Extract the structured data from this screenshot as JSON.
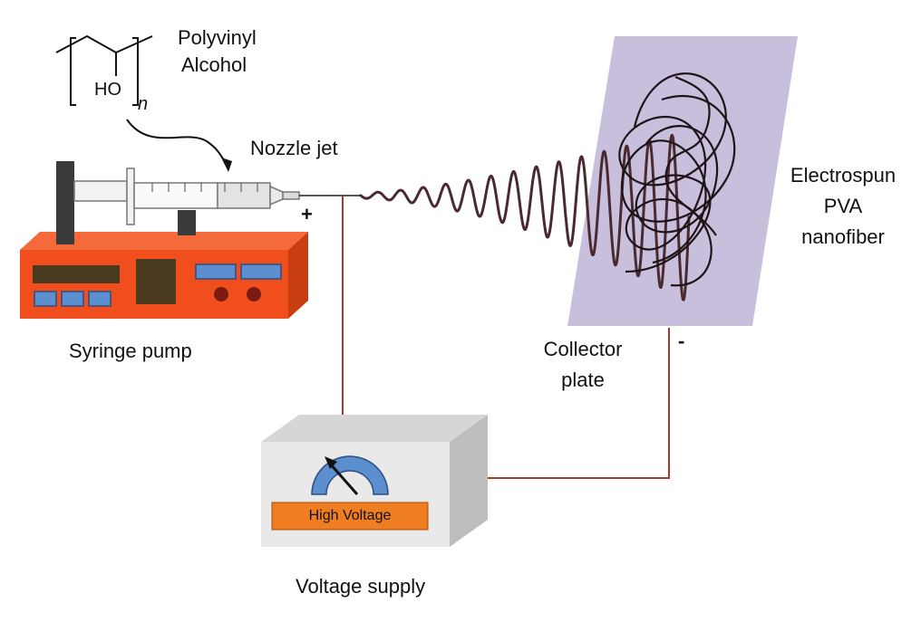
{
  "labels": {
    "polymer_line1": "Polyvinyl",
    "polymer_line2": "Alcohol",
    "hydroxyl": "HO",
    "subscript": "n",
    "nozzle": "Nozzle jet",
    "fiber_line1": "Electrospun",
    "fiber_line2": "PVA",
    "fiber_line3": "nanofiber",
    "pump": "Syringe pump",
    "collector_line1": "Collector",
    "collector_line2": "plate",
    "hv_label": "High Voltage",
    "supply": "Voltage supply",
    "positive": "+",
    "negative": "-"
  },
  "colors": {
    "pump_body": "#f04e1c",
    "pump_top": "#f56a3a",
    "button_blue": "#5b8fd0",
    "display_dark": "#4a3a20",
    "knob": "#7a1a10",
    "plate": "#c8bfdc",
    "wire": "#a33a30",
    "fiber": "#4a2a30",
    "box_front": "#e9e9e9",
    "box_top": "#d6d6d6",
    "box_side": "#bdbdbd",
    "gauge": "#5b8fd0",
    "hv_bar": "#ef7d22"
  }
}
